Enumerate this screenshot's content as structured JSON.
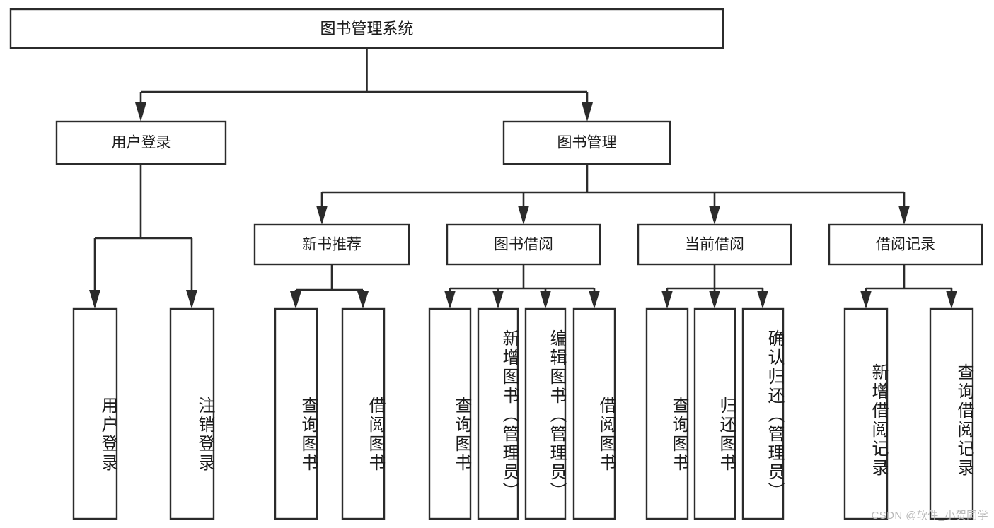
{
  "diagram": {
    "type": "tree-hierarchy-functional-decomposition",
    "orientation": "top-down",
    "root": {
      "label": "图书管理系统"
    },
    "level2": [
      {
        "label": "用户登录"
      },
      {
        "label": "图书管理"
      }
    ],
    "level3": [
      {
        "label": "新书推荐"
      },
      {
        "label": "图书借阅"
      },
      {
        "label": "当前借阅"
      },
      {
        "label": "借阅记录"
      }
    ],
    "leaves": {
      "user_login": [
        {
          "label": "用户登录"
        },
        {
          "label": "注销登录"
        }
      ],
      "new_book_recommend": [
        {
          "label": "查询图书"
        },
        {
          "label": "借阅图书"
        }
      ],
      "book_borrow": [
        {
          "label": "查询图书"
        },
        {
          "label": "新增图书（管理员）"
        },
        {
          "label": "编辑图书（管理员）"
        },
        {
          "label": "借阅图书"
        }
      ],
      "current_borrow": [
        {
          "label": "查询图书"
        },
        {
          "label": "归还图书"
        },
        {
          "label": "确认归还（管理员）"
        }
      ],
      "borrow_record": [
        {
          "label": "新增借阅记录"
        },
        {
          "label": "查询借阅记录"
        }
      ]
    }
  },
  "watermark": {
    "text": "CSDN @软件_小贺同学"
  },
  "colors": {
    "box_stroke": "#2b2b2b",
    "box_fill": "#ffffff",
    "connector": "#2b2b2b",
    "text": "#1b1b1b",
    "watermark": "#b9b9b9",
    "background": "#ffffff"
  }
}
